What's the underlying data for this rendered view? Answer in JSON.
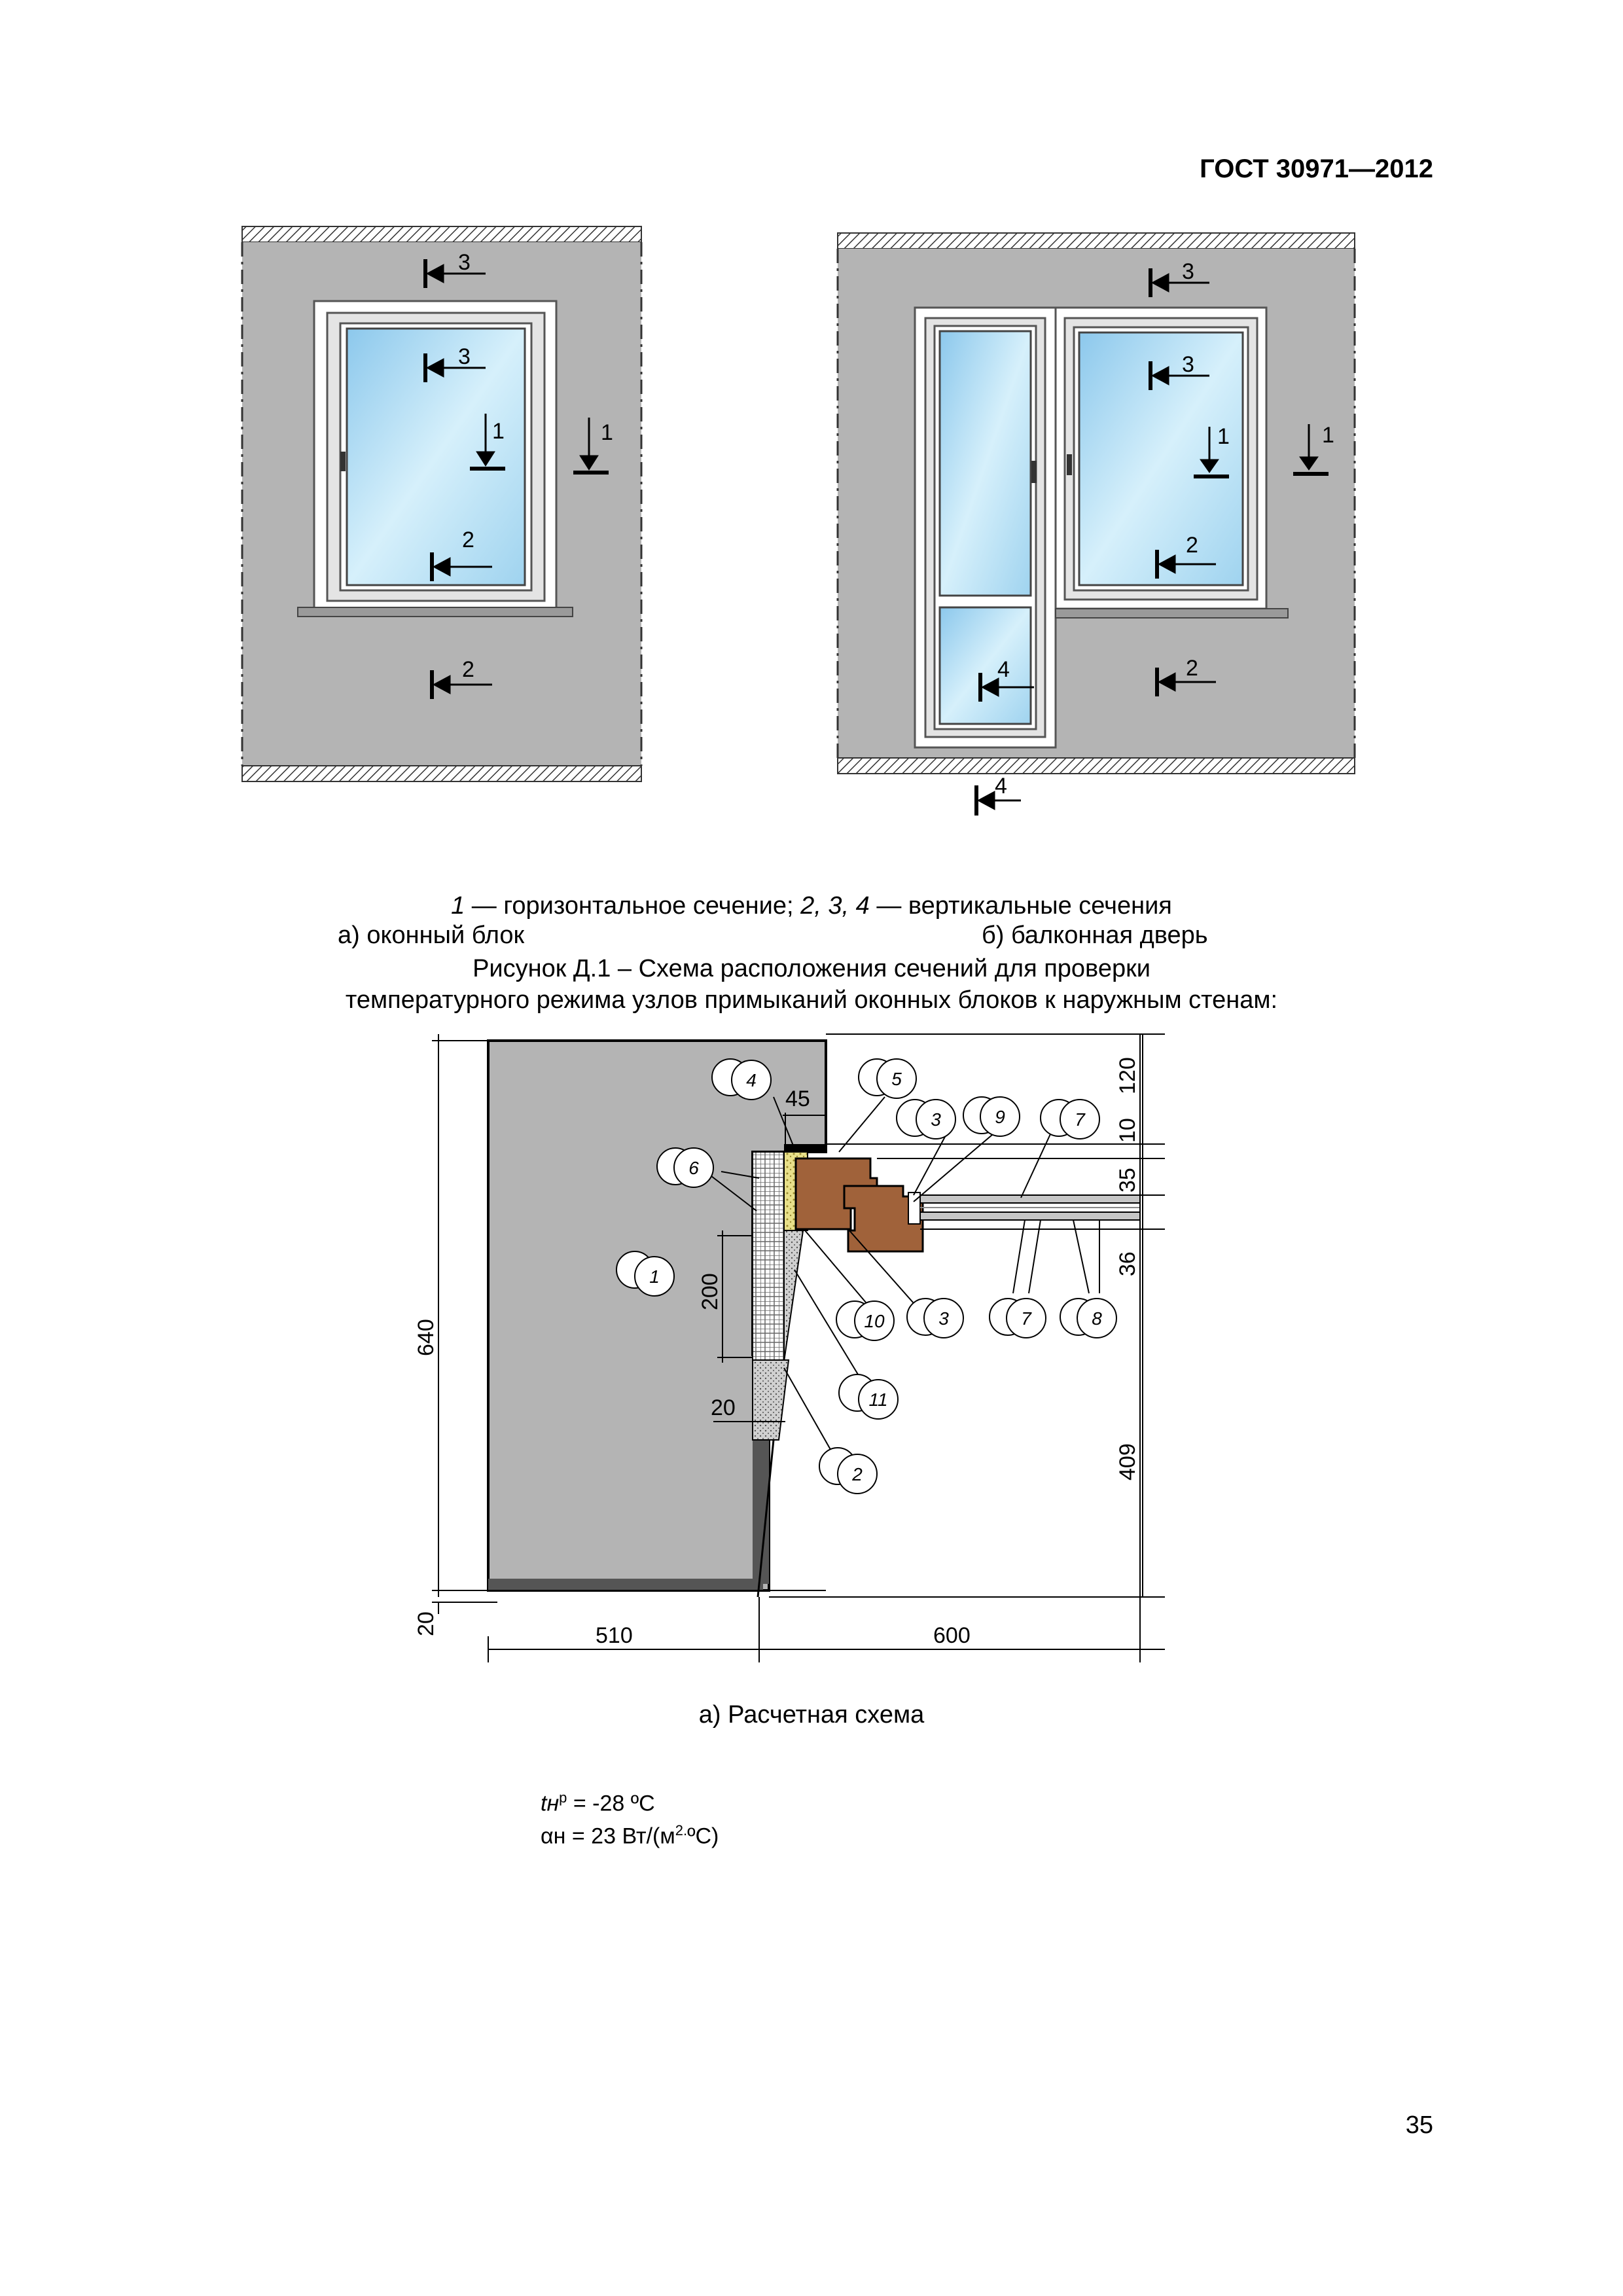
{
  "header": {
    "standard": "ГОСТ 30971—2012"
  },
  "figure_top": {
    "window_sections": [
      "3",
      "3",
      "1",
      "1",
      "2",
      "2"
    ],
    "door_sections": [
      "3",
      "3",
      "1",
      "1",
      "2",
      "2",
      "4",
      "4"
    ],
    "legend_1_num": "1",
    "legend_1_text": " — горизонтальное сечение; ",
    "legend_2_nums": "2, 3,  4",
    "legend_2_text": " — вертикальные сечения",
    "label_a": "а) оконный блок",
    "label_b": "б) балконная дверь",
    "caption_line1": "Рисунок Д.1 – Схема расположения сечений для проверки",
    "caption_line2": "температурного режима узлов примыканий оконных блоков к наружным стенам:"
  },
  "figure_bottom": {
    "dims": {
      "d45": "45",
      "d120": "120",
      "d10": "10",
      "d35": "35",
      "d36": "36",
      "d640": "640",
      "d200": "200",
      "d20a": "20",
      "d409": "409",
      "d20b": "20",
      "d510": "510",
      "d600": "600"
    },
    "callouts": {
      "c1": "1",
      "c2": "2",
      "c3a": "3",
      "c3b": "3",
      "c4": "4",
      "c5": "5",
      "c6": "6",
      "c7a": "7",
      "c7b": "7",
      "c8": "8",
      "c9": "9",
      "c10": "10",
      "c11": "11"
    },
    "caption": "а) Расчетная схема",
    "param_t": "tн",
    "param_t_sup": "р",
    "param_t_val": " = -28 ºС",
    "param_a": "αн",
    "param_a_val1": " = 23 Вт/(м",
    "param_a_sup": "2.",
    "param_a_val2": "ºС)"
  },
  "footer": {
    "page_number": "35"
  },
  "colors": {
    "wall": "#b4b4b4",
    "glass": "#a8d8f0",
    "wood": "#a0623a",
    "foam": "#e8e08a"
  }
}
